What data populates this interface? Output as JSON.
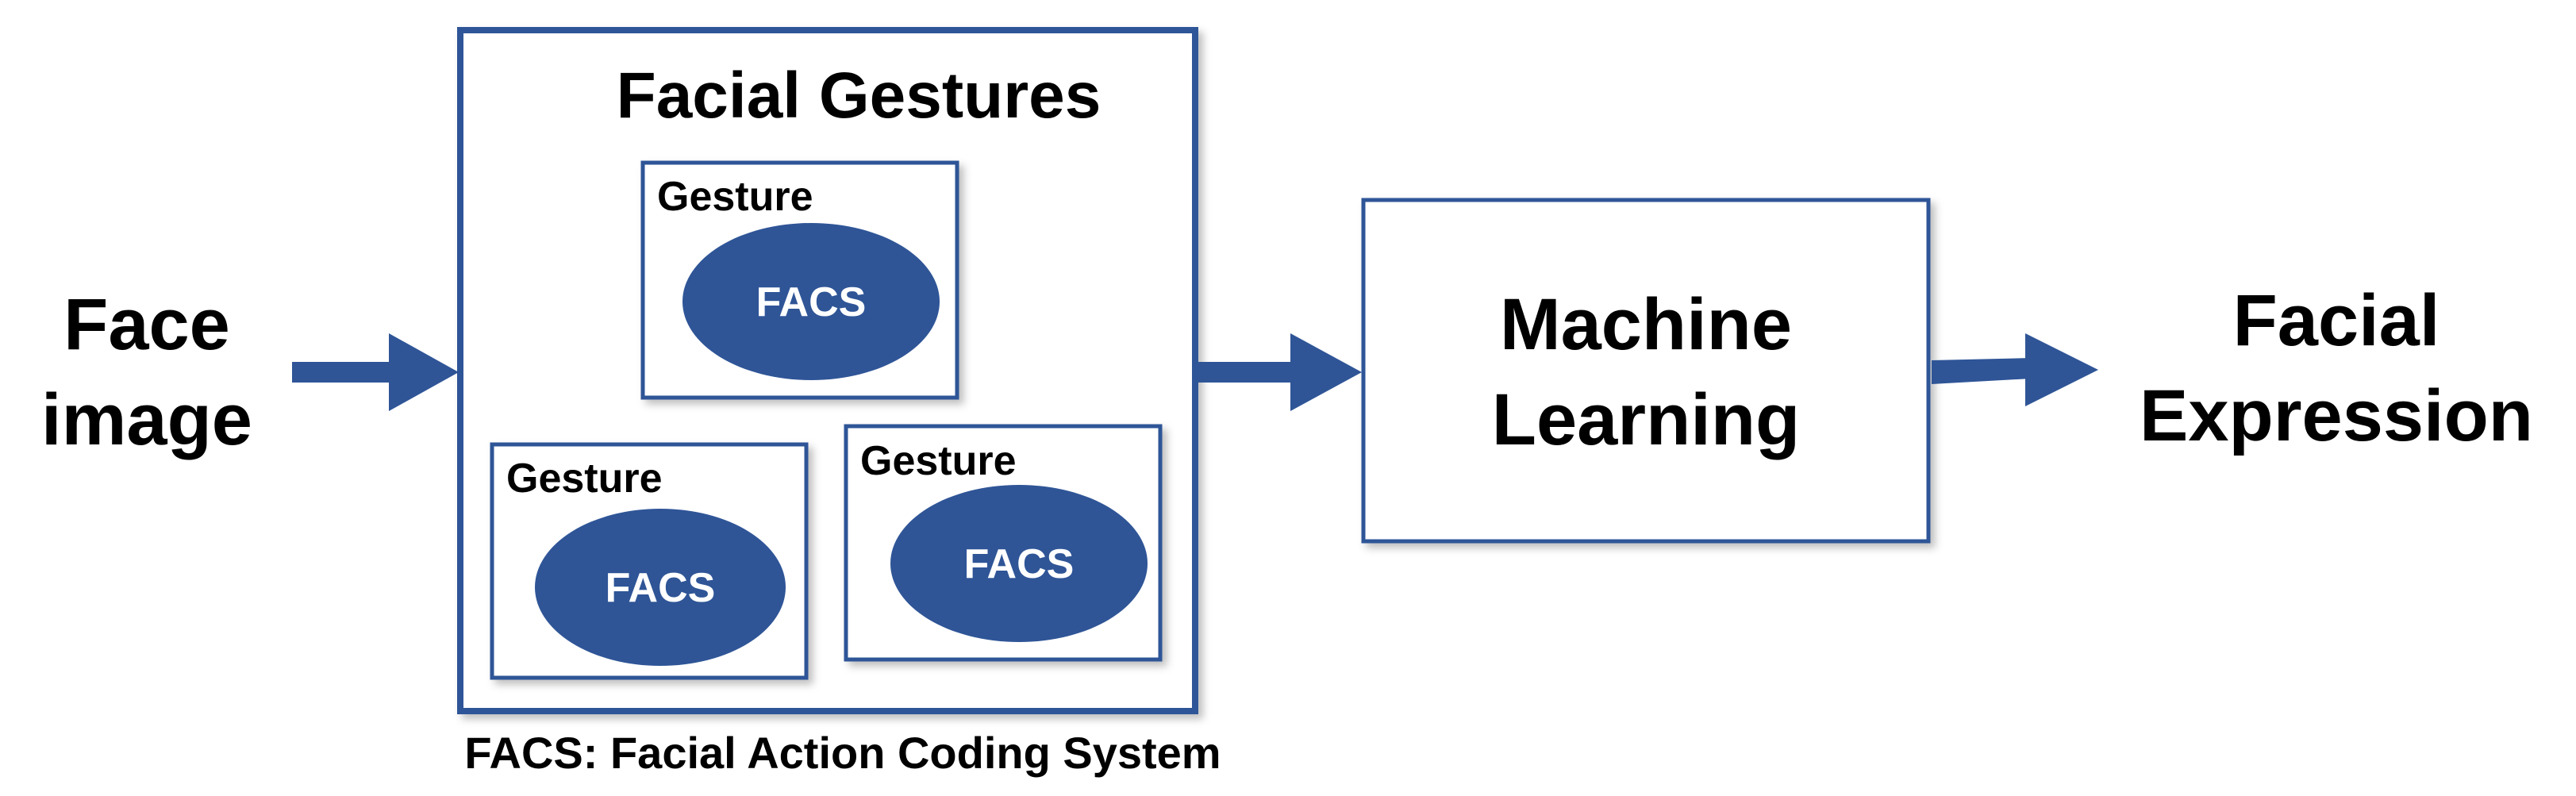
{
  "diagram": {
    "input_line1": "Face",
    "input_line2": "image",
    "group_title": "Facial Gestures",
    "gestures": [
      {
        "label": "Gesture",
        "ellipse_label": "FACS"
      },
      {
        "label": "Gesture",
        "ellipse_label": "FACS"
      },
      {
        "label": "Gesture",
        "ellipse_label": "FACS"
      }
    ],
    "footnote": "FACS: Facial Action Coding System",
    "process_line1": "Machine",
    "process_line2": "Learning",
    "output_line1": "Facial",
    "output_line2": "Expression"
  },
  "colors": {
    "primary_blue": "#2f5597",
    "box_border": "#2f5597",
    "ellipse_text": "#ffffff",
    "text": "#000000"
  }
}
